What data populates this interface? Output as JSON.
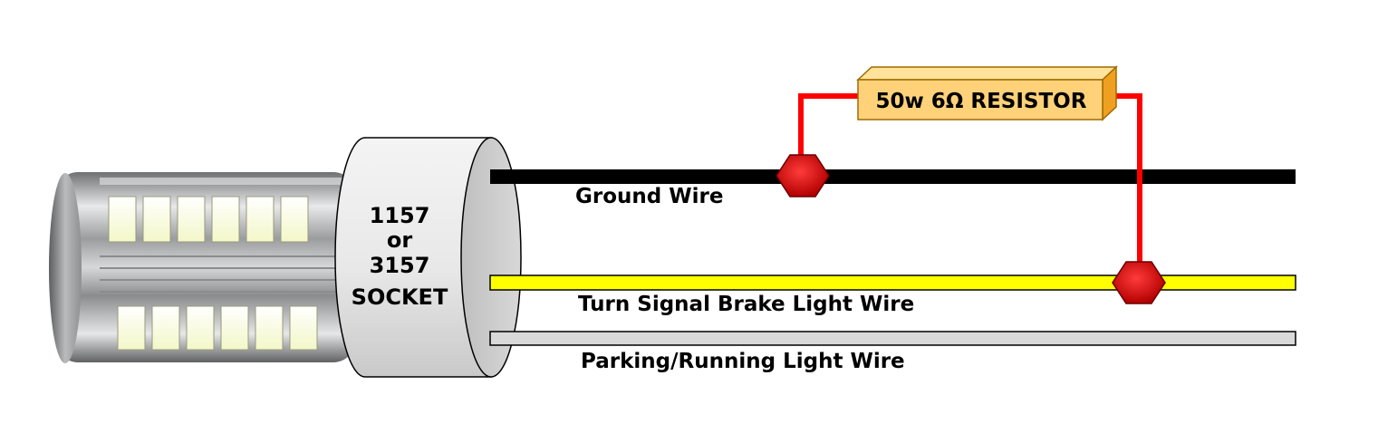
{
  "colors": {
    "ground": "#000000",
    "turn_signal": "#ffff00",
    "parking": "#d9d9d9",
    "jumper": "#ff0000",
    "connector": "#e00000",
    "resistor": "#ffd27a"
  },
  "socket": {
    "line1": "1157",
    "line2": "or",
    "line3": "3157",
    "line4": "SOCKET"
  },
  "resistor": {
    "label": "50w 6Ω RESISTOR"
  },
  "wires": {
    "ground": "Ground Wire",
    "turn_signal": "Turn Signal Brake Light Wire",
    "parking": "Parking/Running Light Wire"
  },
  "icons": {
    "bulb": "led-bulb-icon",
    "connector": "wire-tap-connector-icon"
  }
}
